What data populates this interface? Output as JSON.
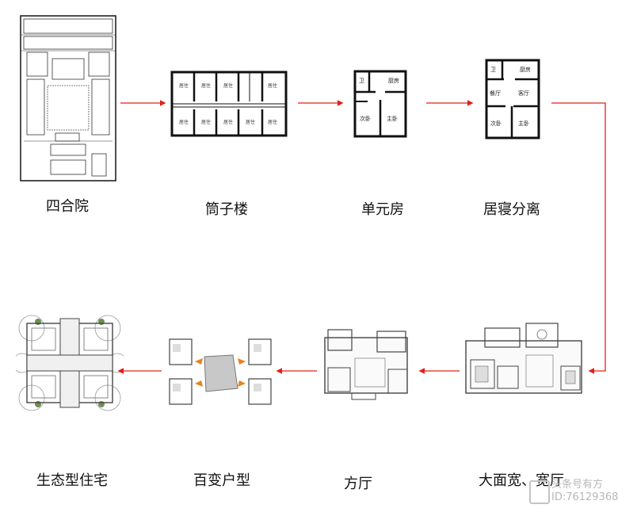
{
  "stages": [
    {
      "id": "siheyuan",
      "label": "四合院"
    },
    {
      "id": "tongzilou",
      "label": "筒子楼"
    },
    {
      "id": "danyuanfang",
      "label": "单元房"
    },
    {
      "id": "juqinfenli",
      "label": "居寝分离"
    },
    {
      "id": "damiankuan",
      "label": "大面宽、宽厅"
    },
    {
      "id": "fangting",
      "label": "方厅"
    },
    {
      "id": "baibianhuxing",
      "label": "百变户型"
    },
    {
      "id": "shengtai",
      "label": "生态型住宅"
    }
  ],
  "rooms": {
    "juzhu": "居住",
    "wei": "卫",
    "chu": "厨房",
    "ciwo": "次卧",
    "zhuwo": "主卧",
    "canting": "餐厅",
    "keting": "客厅"
  },
  "colors": {
    "arrow": "#e0201b",
    "wall": "#111111",
    "orange": "#e8821e"
  },
  "watermark": {
    "line1": "头条号有方",
    "line2": "ID:76129368"
  }
}
